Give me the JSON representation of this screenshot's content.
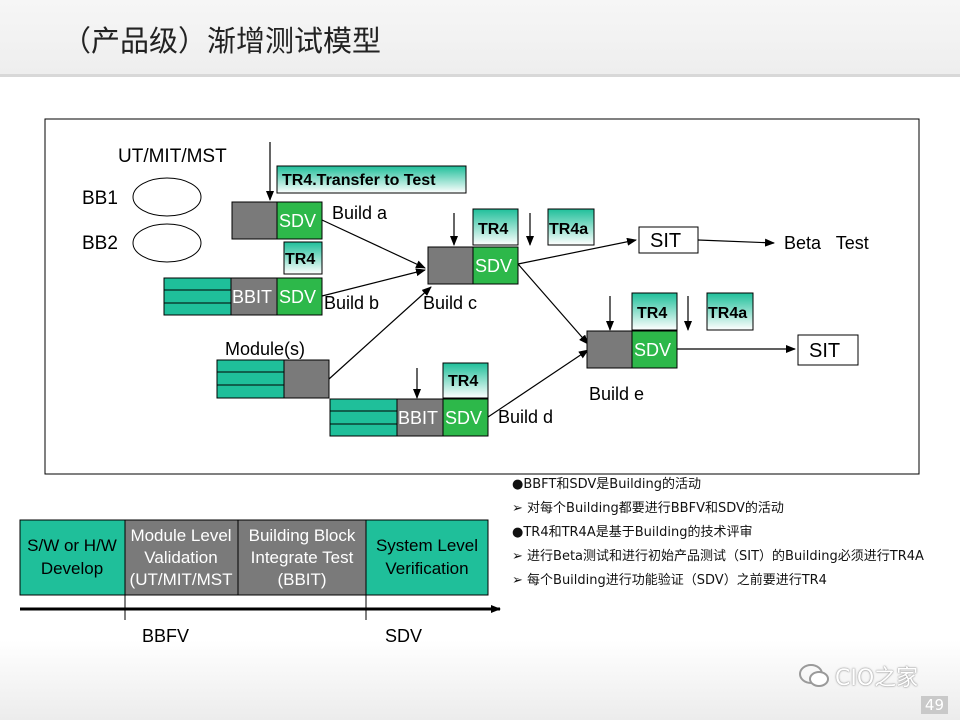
{
  "page": {
    "title": "（产品级）渐增测试模型",
    "page_number": "49",
    "watermark": "CIO之家"
  },
  "diagram": {
    "ut_mit_mst": "UT/MIT/MST",
    "bb1": "BB1",
    "bb2": "BB2",
    "transfer_to_test": "TR4.Transfer to Test",
    "sdv": "SDV",
    "bbit": "BBIT",
    "tr4": "TR4",
    "tr4a": "TR4a",
    "build_a": "Build a",
    "build_b": "Build b",
    "build_c": "Build c",
    "build_d": "Build d",
    "build_e": "Build e",
    "modules": "Module(s)",
    "sit": "SIT",
    "beta_test": "Beta   Test"
  },
  "phases": {
    "items": [
      {
        "lines": [
          "S/W or H/W",
          "Develop"
        ],
        "color": "#1fbf9a"
      },
      {
        "lines": [
          "Module Level",
          "Validation",
          "(UT/MIT/MST"
        ],
        "color": "#7a7a7a"
      },
      {
        "lines": [
          "Building Block",
          "Integrate Test",
          "(BBIT)"
        ],
        "color": "#7a7a7a"
      },
      {
        "lines": [
          "System Level",
          "Verification"
        ],
        "color": "#1fbf9a"
      }
    ],
    "bbfv": "BBFV",
    "sdv": "SDV"
  },
  "notes": [
    "●BBFT和SDV是Building的活动",
    "➢  对每个Building都要进行BBFV和SDV的活动",
    "●TR4和TR4A是基于Building的技术评审",
    "➢  进行Beta测试和进行初始产品测试（SIT）的Building必须进行TR4A",
    "➢  每个Building进行功能验证（SDV）之前要进行TR4"
  ],
  "colors": {
    "teal": "#1fbf9a",
    "green": "#2db84a",
    "gray": "#7a7a7a",
    "tr_box_top": "#1fbf9a",
    "tr_box_bottom": "#ffffff"
  }
}
